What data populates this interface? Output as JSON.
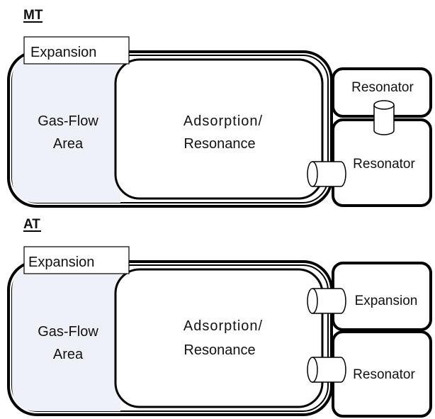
{
  "sections": [
    {
      "title": "MT",
      "expansion_label": "Expansion",
      "gas_flow_line1": "Gas-Flow",
      "gas_flow_line2": "Area",
      "adsorption_line1": "Adsorption/",
      "adsorption_line2": "Resonance",
      "right_top_label": "Resonator",
      "right_bottom_label": "Resonator"
    },
    {
      "title": "AT",
      "expansion_label": "Expansion",
      "gas_flow_line1": "Gas-Flow",
      "gas_flow_line2": "Area",
      "adsorption_line1": "Adsorption/",
      "adsorption_line2": "Resonance",
      "right_top_label": "Expansion",
      "right_bottom_label": "Resonator"
    }
  ],
  "colors": {
    "gas_flow_fill": "#eef1f8",
    "stroke": "#000000"
  }
}
